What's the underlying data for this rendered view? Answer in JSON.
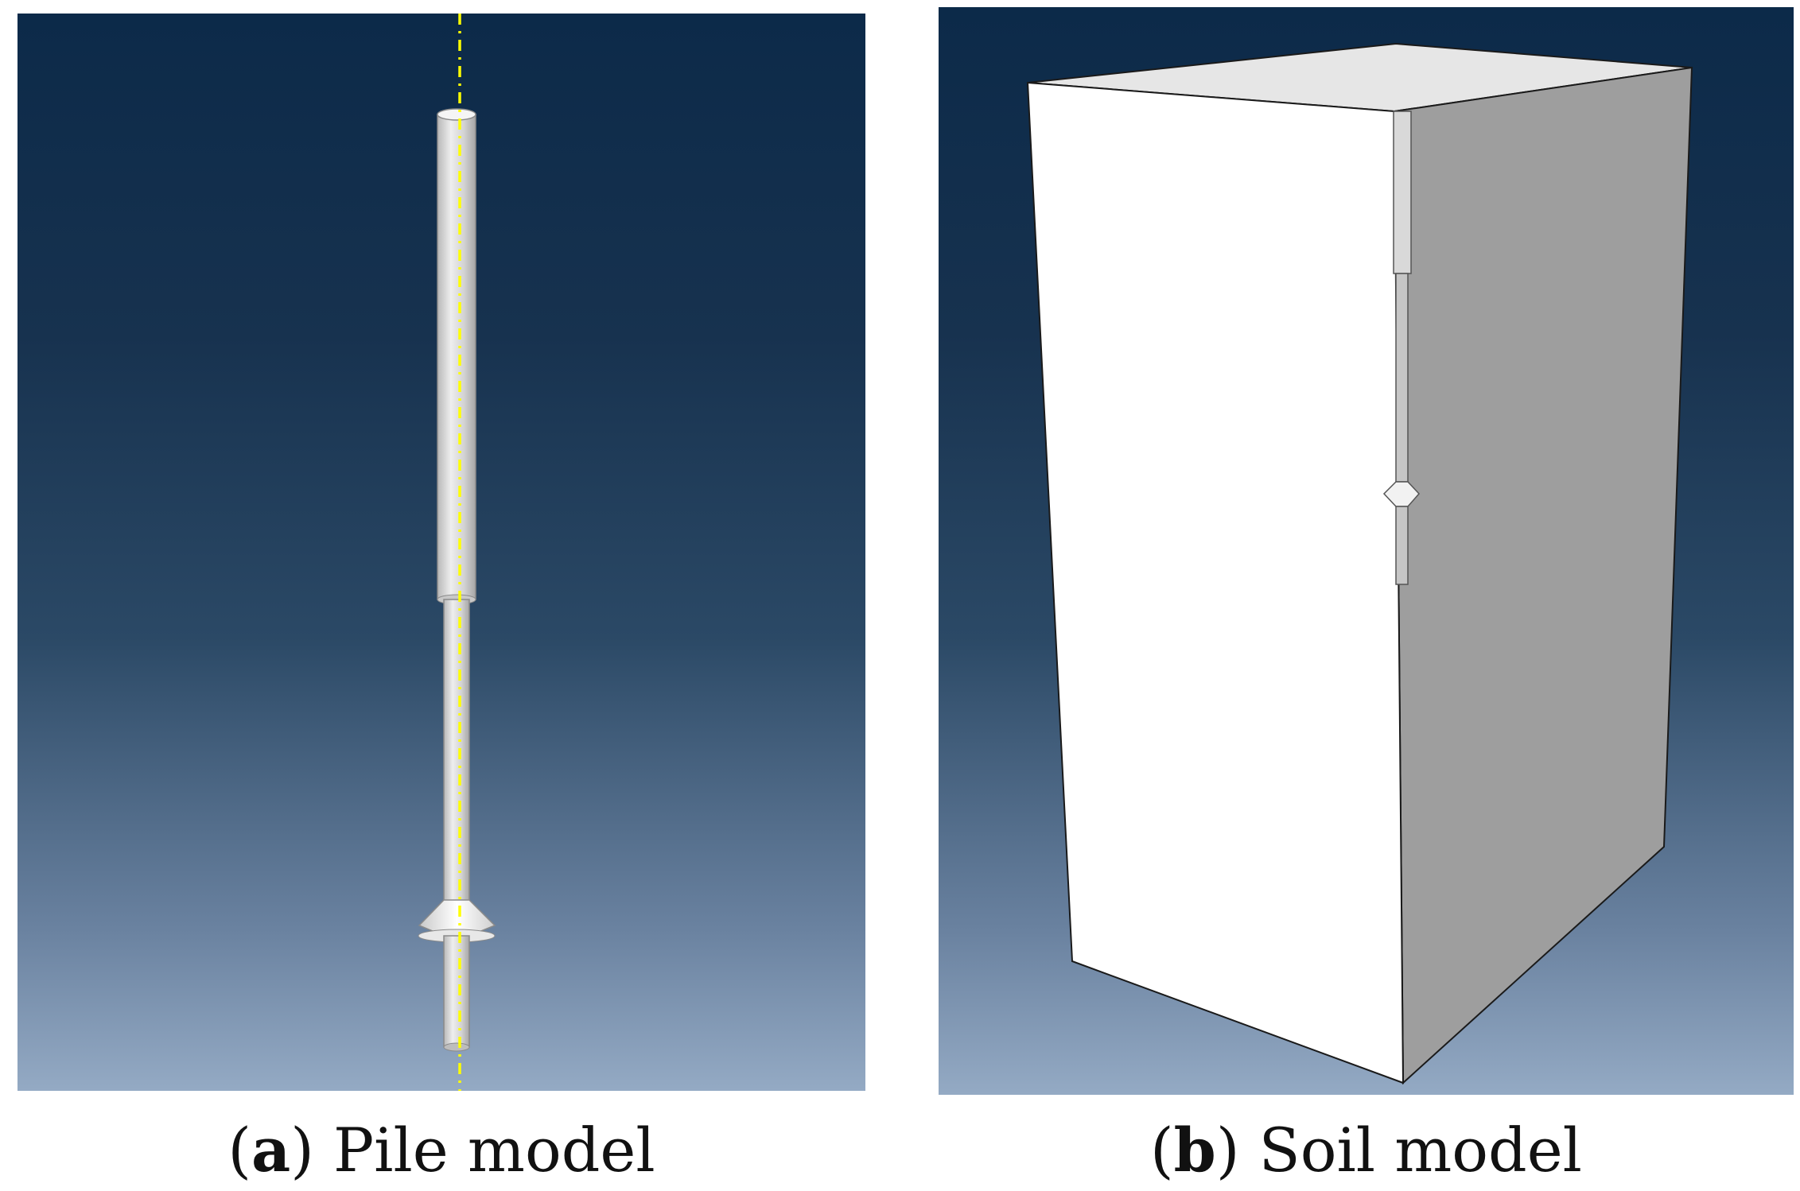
{
  "figure": {
    "panel_a": {
      "caption_letter": "a",
      "caption_text": " Pile model",
      "colors": {
        "background_top": "#0c2a49",
        "background_bottom": "#94aac4",
        "pile": "#d4d4d4",
        "pile_highlight": "#eeeeee",
        "axis_line": "#ffff00"
      }
    },
    "panel_b": {
      "caption_letter": "b",
      "caption_text": " Soil model",
      "colors": {
        "face_front": "#ffffff",
        "face_side": "#9e9e9e",
        "face_top": "#e6e6e6",
        "edge": "#1a1a1a"
      }
    }
  }
}
